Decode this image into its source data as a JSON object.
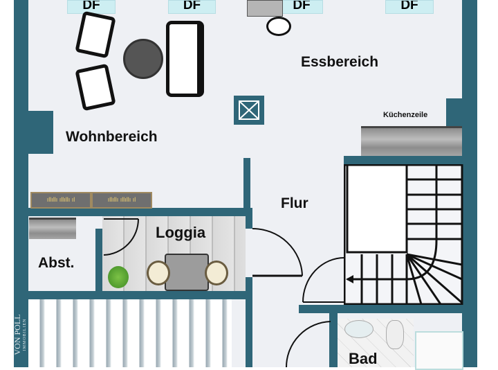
{
  "rooms": {
    "living": "Wohnbereich",
    "dining": "Essbereich",
    "kitchen": "Küchenzeile",
    "hall": "Flur",
    "loggia": "Loggia",
    "storage": "Abst.",
    "bath": "Bad"
  },
  "windows": [
    "DF",
    "DF",
    "DF",
    "DF"
  ],
  "watermark": {
    "brand": "VON POLL",
    "sub": "IMMOBILIEN"
  },
  "colors": {
    "wall": "#2f6678",
    "floor": "#eef0f4",
    "window": "#cdeef2"
  }
}
